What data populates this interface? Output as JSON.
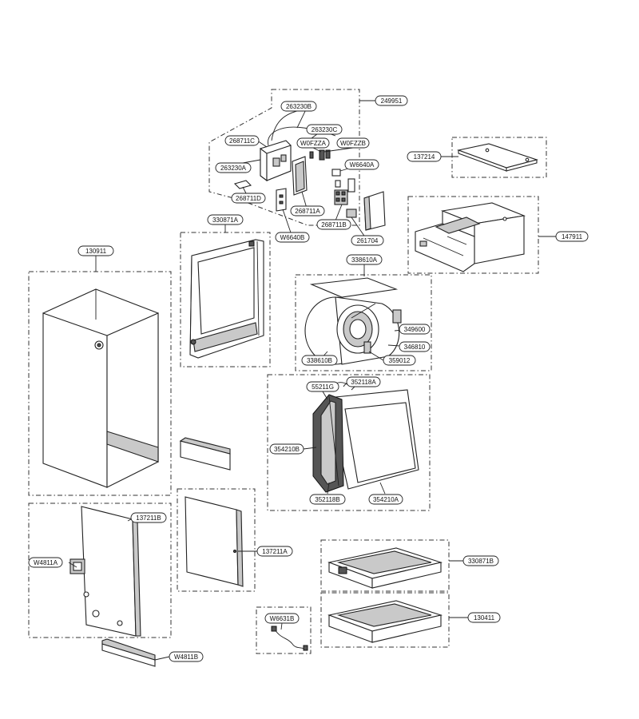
{
  "labels": {
    "l249951": "249951",
    "l263230b": "263230B",
    "l263230c": "263230C",
    "l268711c": "268711C",
    "l263230a": "263230A",
    "lw0fzza": "W0FZZA",
    "lw0fzzb": "W0FZZB",
    "lw6640a": "W6640A",
    "l268711d": "268711D",
    "l268711a": "268711A",
    "l268711b": "268711B",
    "lw6640b": "W6640B",
    "l261704": "261704",
    "l137214": "137214",
    "l147911": "147911",
    "l330871a": "330871A",
    "l338610a": "338610A",
    "l349600": "349600",
    "l346810": "346810",
    "l359012": "359012",
    "l338610b": "338610B",
    "l130911": "130911",
    "l55211g": "55211G",
    "l352118a": "352118A",
    "l354210b": "354210B",
    "l352118b": "352118B",
    "l354210a": "354210A",
    "l137211b": "137211B",
    "lw4811a": "W4811A",
    "l137211a": "137211A",
    "l330871b": "330871B",
    "l130411": "130411",
    "lw6631b": "W6631B",
    "lw4811b": "W4811B"
  }
}
